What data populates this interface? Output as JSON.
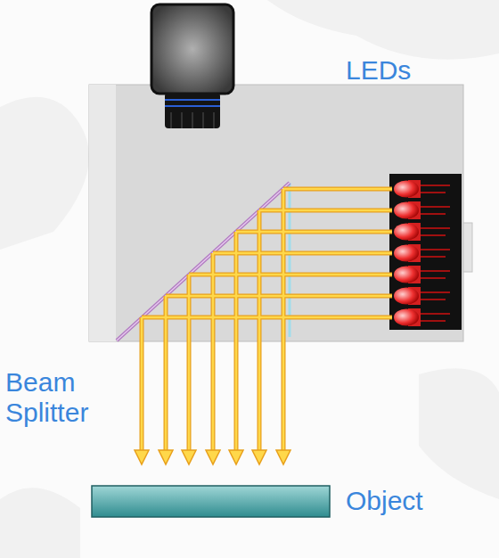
{
  "diagram": {
    "labels": [
      "LEDs",
      "Beam Splitter",
      "Object"
    ]
  }
}
